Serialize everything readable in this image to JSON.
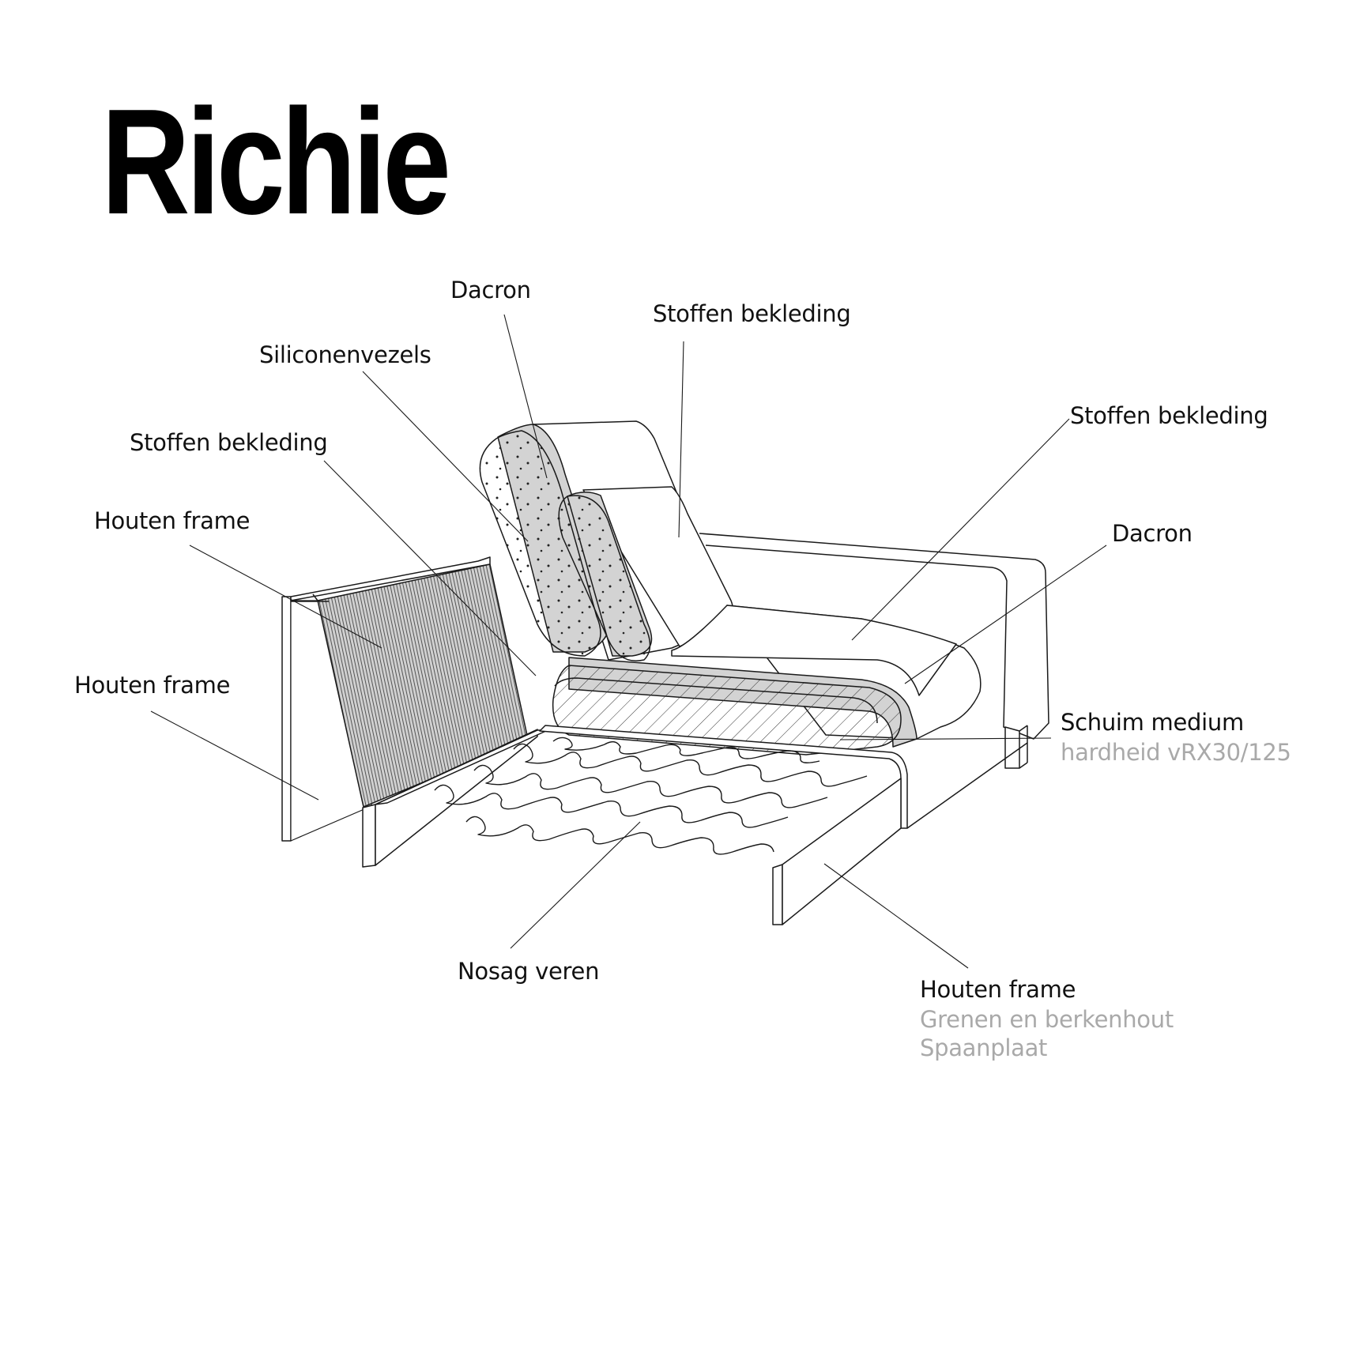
{
  "title": "Richie",
  "labels": {
    "dacron_top": "Dacron",
    "stoffen_top": "Stoffen bekleding",
    "siliconenvezels": "Siliconenvezels",
    "stoffen_left": "Stoffen bekleding",
    "houten_frame_1": "Houten frame",
    "houten_frame_2": "Houten frame",
    "stoffen_right": "Stoffen bekleding",
    "dacron_right": "Dacron",
    "schuim": {
      "title": "Schuim medium",
      "detail": "hardheid vRX30/125"
    },
    "nosag": "Nosag veren",
    "houten_frame_bottom": {
      "title": "Houten frame",
      "detail_1": "Grenen en berkenhout",
      "detail_2": "Spaanplaat"
    }
  },
  "colors": {
    "line": "#1a1a1a",
    "fill_grey": "#d3d3d3",
    "subtext": "#a9a9a9"
  }
}
